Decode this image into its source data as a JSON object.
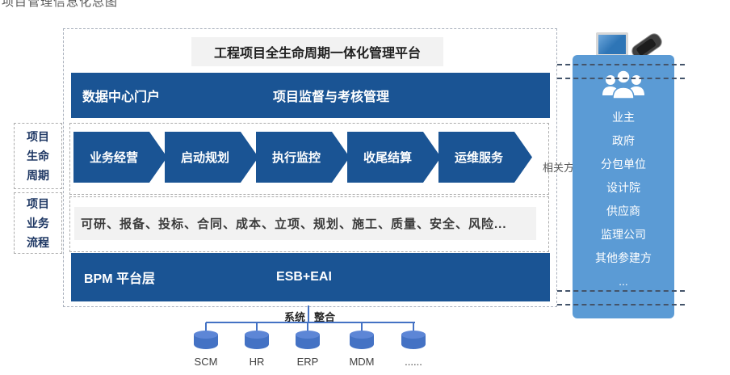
{
  "page": {
    "clipped_header": "项目管理信息化总图"
  },
  "platform": {
    "title": "工程项目全生命周期一体化管理平台",
    "portal_bar": {
      "left": "数据中心门户",
      "center": "项目监督与考核管理"
    },
    "lifecycle": {
      "side_label": "项目\n生命\n周期",
      "stages": [
        "业务经营",
        "启动规划",
        "执行监控",
        "收尾结算",
        "运维服务"
      ]
    },
    "process": {
      "side_label": "项目\n业务\n流程",
      "items": "可研、报备、投标、合同、成本、立项、规划、施工、质量、安全、风险..."
    },
    "platform_bar": {
      "left": "BPM  平台层",
      "center": "ESB+EAI"
    }
  },
  "stakeholders": {
    "label": "相关方",
    "items": [
      "业主",
      "政府",
      "分包单位",
      "设计院",
      "供应商",
      "监理公司",
      "其他参建方",
      "..."
    ]
  },
  "integration": {
    "label_left": "系统",
    "label_right": "整合",
    "systems": [
      "SCM",
      "HR",
      "ERP",
      "MDM",
      "......"
    ]
  },
  "colors": {
    "dark_blue": "#1A5494",
    "panel_blue": "#5B9BD5",
    "database_blue": "#4472C4",
    "strip_gray": "#F2F2F2"
  }
}
